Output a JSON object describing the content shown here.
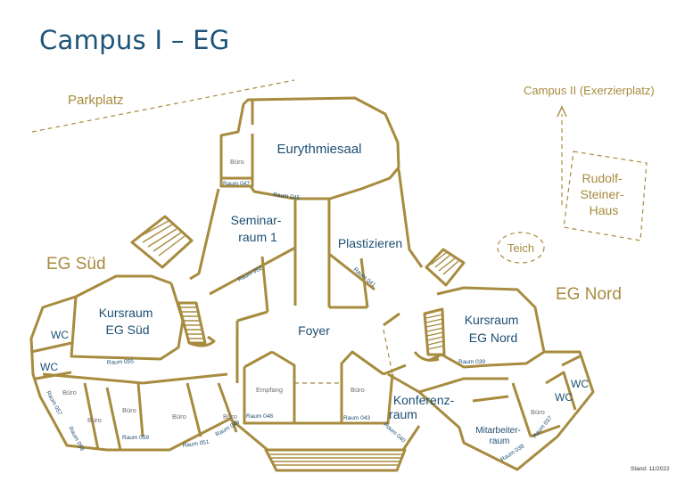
{
  "title": "Campus I – EG",
  "stand": "Stand: 11/2022",
  "areas": {
    "parkplatz": "Parkplatz",
    "campus2": "Campus II (Exerzierplatz)",
    "rudolf1": "Rudolf-",
    "rudolf2": "Steiner-",
    "rudolf3": "Haus",
    "teich": "Teich",
    "eg_sued": "EG Süd",
    "eg_nord": "EG Nord"
  },
  "rooms": {
    "eurythmiesaal": "Eurythmiesaal",
    "seminar1": "Seminar-",
    "seminar2": "raum 1",
    "plastizieren": "Plastizieren",
    "foyer": "Foyer",
    "kurs_sued1": "Kursraum",
    "kurs_sued2": "EG Süd",
    "kurs_nord1": "Kursraum",
    "kurs_nord2": "EG Nord",
    "konferenz1": "Konferenz-",
    "konferenz2": "raum",
    "mitarbeiter1": "Mitarbeiter-",
    "mitarbeiter2": "raum",
    "wc": "WC",
    "buero": "Büro",
    "empfang": "Empfang"
  },
  "room_numbers": {
    "r047": "Raum 047",
    "r045": "Raum 045",
    "r052": "Raum 052",
    "r041": "Raum 041",
    "r055": "Raum 055",
    "r039": "Raum 039",
    "r057": "Raum 057",
    "r058": "Raum 058",
    "r059": "Raum 059",
    "r051": "Raum 051",
    "r049": "Raum 049",
    "r048": "Raum 048",
    "r043": "Raum 043",
    "r040": "Raum 040",
    "r038": "Raum 038",
    "r037": "Raum 037"
  },
  "colors": {
    "wall": "#a78b3e",
    "room_label": "#1d4f72",
    "area_label": "#a78b3e"
  }
}
